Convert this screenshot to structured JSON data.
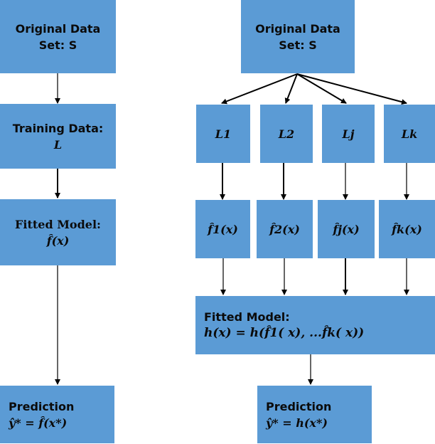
{
  "left": {
    "original": {
      "line1": "Original Data",
      "line2": "Set: S"
    },
    "training": {
      "line1": "Training Data:",
      "line2": "L"
    },
    "fitted": {
      "line1": "Fitted Model:",
      "line2": "f̂(x)"
    },
    "prediction": {
      "line1": "Prediction",
      "line2": "ŷ* = f̂(x*)"
    }
  },
  "right": {
    "original": {
      "line1": "Original Data",
      "line2": "Set: S"
    },
    "subsets": [
      "L1",
      "L2",
      "Lj",
      "Lk"
    ],
    "models": [
      "f̂1(x)",
      "f̂2(x)",
      "f̂j(x)",
      "f̂k(x)"
    ],
    "fitted": {
      "line1": "Fitted Model:",
      "line2": "h(x) = h(f̂1( x), ...f̂k( x))"
    },
    "prediction": {
      "line1": "Prediction",
      "line2": "ŷ* = h(x*)"
    }
  },
  "colors": {
    "box_fill": "#5b9bd5",
    "arrow": "#000000"
  }
}
